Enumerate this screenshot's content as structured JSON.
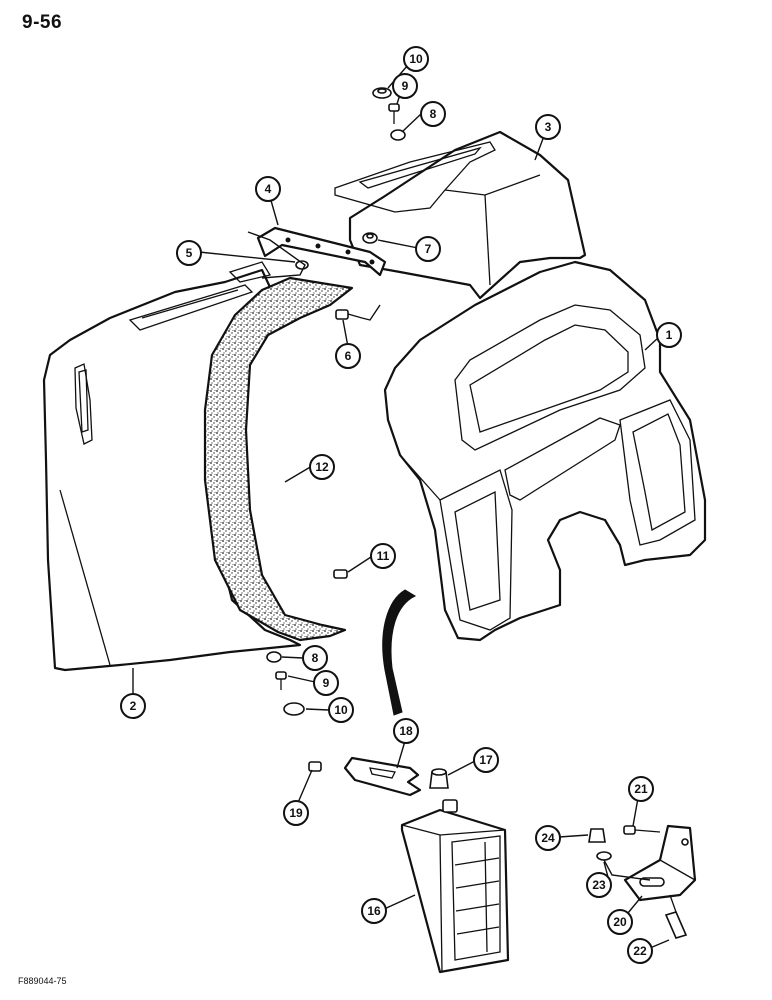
{
  "page": {
    "number": "9-56",
    "figure_code": "F889044-75"
  },
  "callouts": [
    {
      "id": "c1",
      "label": "1"
    },
    {
      "id": "c2",
      "label": "2"
    },
    {
      "id": "c3",
      "label": "3"
    },
    {
      "id": "c4",
      "label": "4"
    },
    {
      "id": "c5",
      "label": "5"
    },
    {
      "id": "c6",
      "label": "6"
    },
    {
      "id": "c7",
      "label": "7"
    },
    {
      "id": "c8a",
      "label": "8"
    },
    {
      "id": "c9a",
      "label": "9"
    },
    {
      "id": "c10a",
      "label": "10"
    },
    {
      "id": "c11",
      "label": "11"
    },
    {
      "id": "c12",
      "label": "12"
    },
    {
      "id": "c8b",
      "label": "8"
    },
    {
      "id": "c9b",
      "label": "9"
    },
    {
      "id": "c10b",
      "label": "10"
    },
    {
      "id": "c16",
      "label": "16"
    },
    {
      "id": "c17",
      "label": "17"
    },
    {
      "id": "c18",
      "label": "18"
    },
    {
      "id": "c19",
      "label": "19"
    },
    {
      "id": "c20",
      "label": "20"
    },
    {
      "id": "c21",
      "label": "21"
    },
    {
      "id": "c22",
      "label": "22"
    },
    {
      "id": "c23",
      "label": "23"
    },
    {
      "id": "c24",
      "label": "24"
    }
  ]
}
